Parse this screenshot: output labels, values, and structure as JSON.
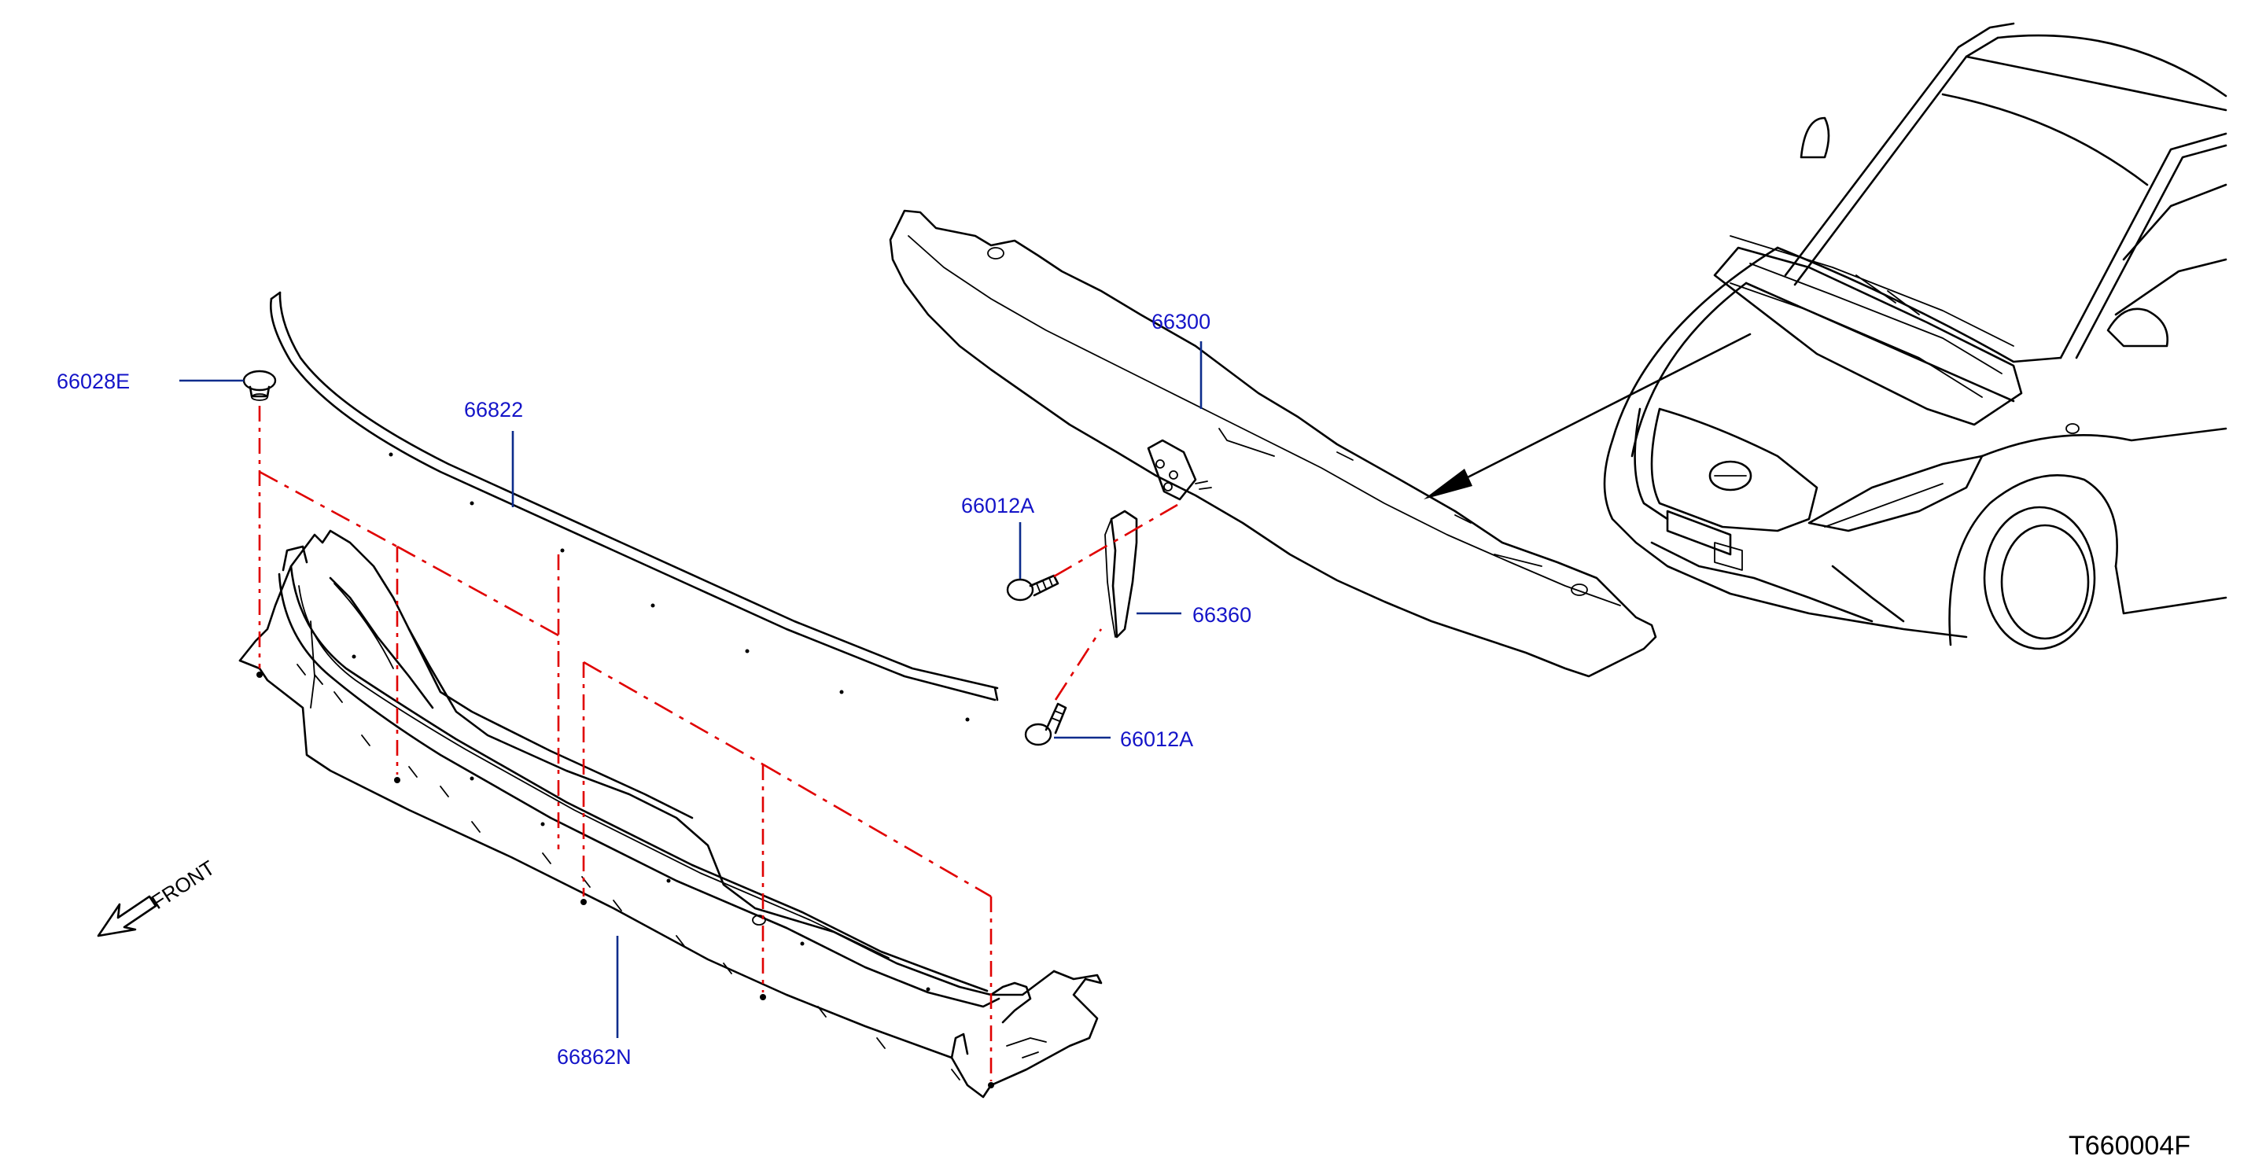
{
  "callouts": {
    "clip": "66028E",
    "seal": "66822",
    "top_cover": "66300",
    "bolt_upper": "66012A",
    "bracket": "66360",
    "bolt_lower": "66012A",
    "cowl_panel": "66862N"
  },
  "direction_label": "FRONT",
  "figure_code": "T660004F",
  "colors": {
    "line_art": "#000000",
    "callout_text": "#1414c8",
    "leader_line": "#0c2c8c",
    "guide_line": "#e00000"
  }
}
